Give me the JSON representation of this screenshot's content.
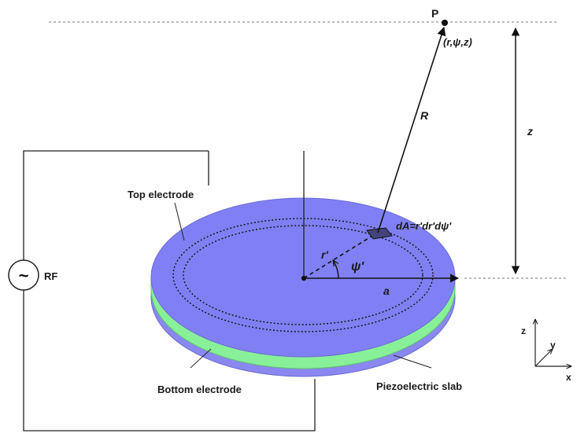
{
  "labels": {
    "point": "P",
    "point_coords": "(r,ψ,z)",
    "distance": "R",
    "height": "z",
    "area_element": "dA=r'dr'dψ'",
    "radial": "r'",
    "angle": "ψ'",
    "radius": "a",
    "top_electrode": "Top electrode",
    "bottom_electrode": "Bottom electrode",
    "slab": "Piezoelectric slab",
    "source_symbol": "~",
    "source": "RF",
    "axis_z": "z",
    "axis_y": "y",
    "axis_x": "x"
  },
  "colors": {
    "top_electrode": "#8080f4",
    "slab": "#88f098",
    "bottom_electrode": "#8a88f0",
    "line": "#111111"
  }
}
